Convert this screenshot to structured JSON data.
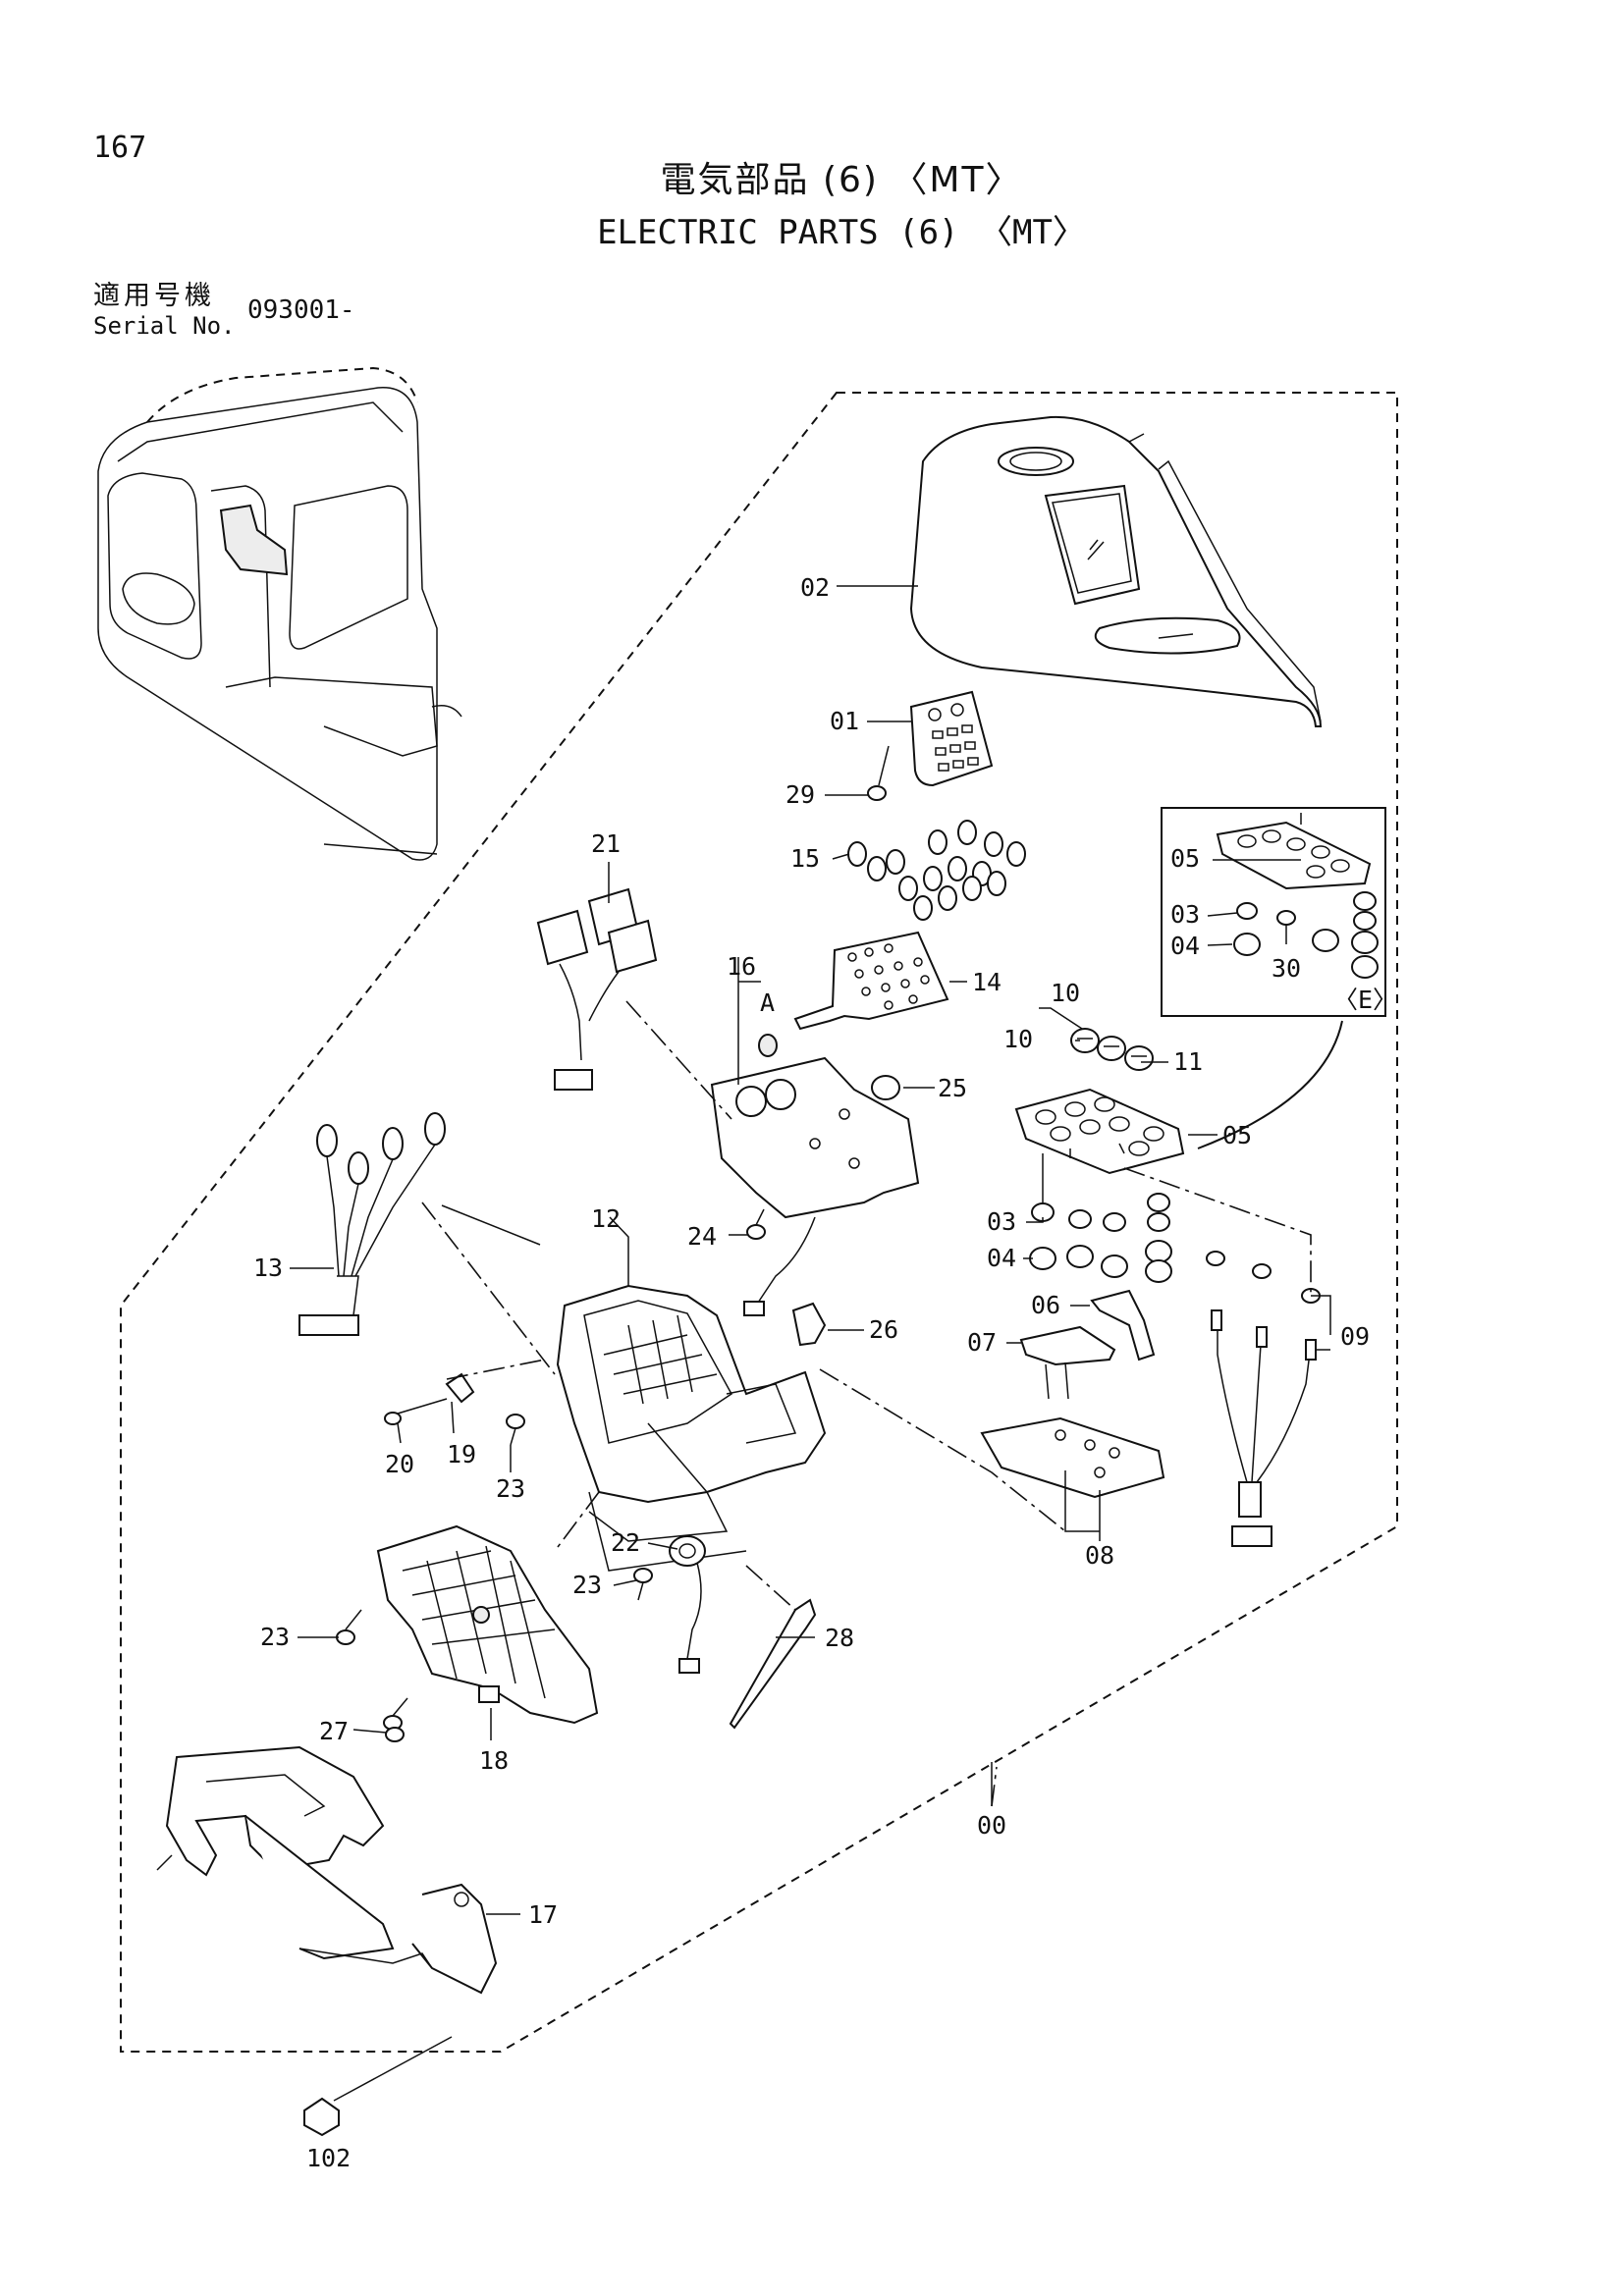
{
  "page_number": "167",
  "title_jp": "電気部品 (6) 〈MT〉",
  "title_en": "ELECTRIC PARTS (6) 〈MT〉",
  "serial_label_jp": "適用号機",
  "serial_label_en": "Serial No.",
  "serial_value": "093001-",
  "detail_view_label": "〈E〉",
  "reference_label": "A",
  "callouts": {
    "c00": "00",
    "c01": "01",
    "c02": "02",
    "c03a": "03",
    "c03b": "03",
    "c04a": "04",
    "c04b": "04",
    "c05a": "05",
    "c05b": "05",
    "c06": "06",
    "c07": "07",
    "c08": "08",
    "c09": "09",
    "c10a": "10",
    "c10b": "10",
    "c11": "11",
    "c12": "12",
    "c13": "13",
    "c14": "14",
    "c15": "15",
    "c16": "16",
    "c17": "17",
    "c18": "18",
    "c19": "19",
    "c20": "20",
    "c21": "21",
    "c22": "22",
    "c23a": "23",
    "c23b": "23",
    "c23c": "23",
    "c24": "24",
    "c25": "25",
    "c26": "26",
    "c27": "27",
    "c28": "28",
    "c29": "29",
    "c30": "30",
    "c102": "102"
  }
}
